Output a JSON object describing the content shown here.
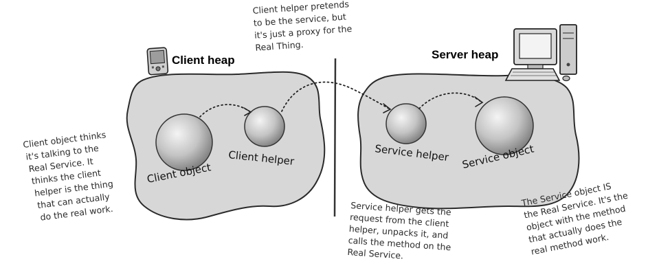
{
  "client_heap": {
    "title": "Client heap",
    "client_object_label": "Client object",
    "client_helper_label": "Client helper"
  },
  "server_heap": {
    "title": "Server heap",
    "service_helper_label": "Service helper",
    "service_object_label": "Service object"
  },
  "notes": {
    "proxy": [
      "Client helper pretends",
      "to be the service, but",
      "it's just a proxy for the",
      "Real Thing."
    ],
    "client_object": [
      "Client object thinks",
      "it's talking to the",
      "Real Service. It",
      "thinks the client",
      "helper is the thing",
      "that can actually",
      "do the real work."
    ],
    "service_helper": [
      "Service helper gets the",
      "request from the client",
      "helper, unpacks it, and",
      "calls the method on the",
      "Real Service."
    ],
    "service_object": [
      "The Service object IS",
      "the Real Service. It's the",
      "object with the method",
      "that actually does the",
      "real method work."
    ]
  },
  "icons": {
    "client_device": "handheld-device-icon",
    "server_device": "desktop-computer-icon"
  },
  "colors": {
    "heap_fill": "#d6d6d6",
    "heap_stroke": "#2a2a2a",
    "sphere_light": "#eeeeee",
    "sphere_dark": "#8a8a8a"
  }
}
